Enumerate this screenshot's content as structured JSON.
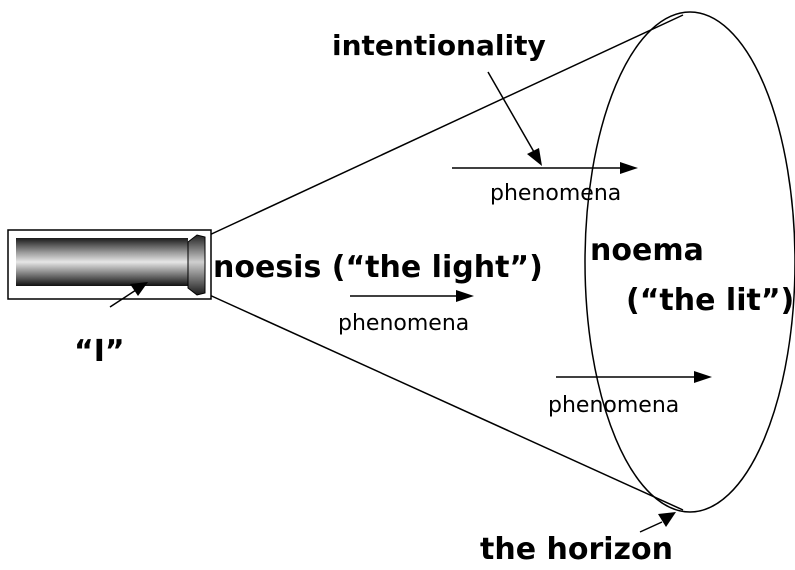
{
  "labels": {
    "intentionality": "intentionality",
    "noesis": "noesis (“the light”)",
    "noema_line1": "noema",
    "noema_line2": "(“the lit”)",
    "phenomena_top": "phenomena",
    "phenomena_mid": "phenomena",
    "phenomena_bottom": "phenomena",
    "i_label": "“I”",
    "horizon": "the horizon"
  },
  "colors": {
    "ink": "#000000",
    "background": "#ffffff"
  },
  "icons": {
    "flashlight": "flashlight-icon"
  }
}
